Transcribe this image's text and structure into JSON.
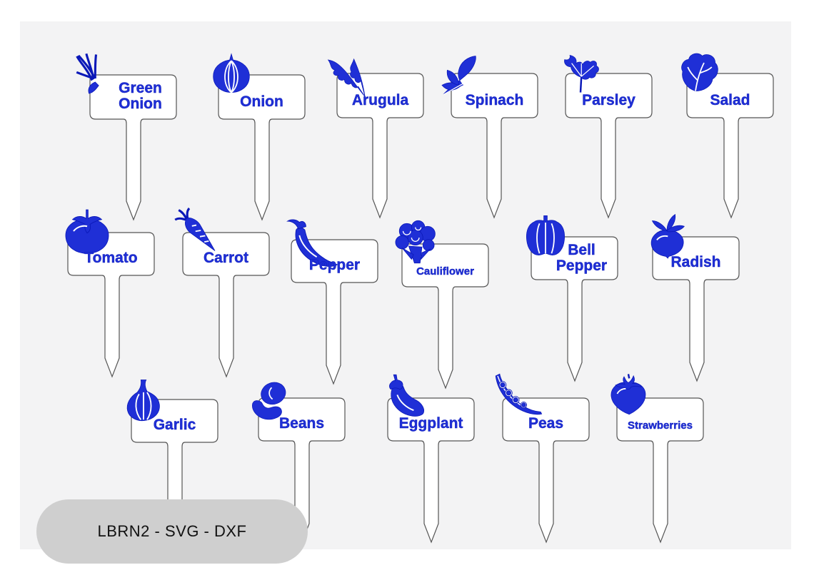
{
  "markers": [
    {
      "id": "green-onion",
      "label": "Green\nOnion",
      "icon": "green-onion-icon"
    },
    {
      "id": "onion",
      "label": "Onion",
      "icon": "onion-icon"
    },
    {
      "id": "arugula",
      "label": "Arugula",
      "icon": "arugula-icon"
    },
    {
      "id": "spinach",
      "label": "Spinach",
      "icon": "spinach-icon"
    },
    {
      "id": "parsley",
      "label": "Parsley",
      "icon": "parsley-icon"
    },
    {
      "id": "salad",
      "label": "Salad",
      "icon": "salad-icon"
    },
    {
      "id": "tomato",
      "label": "Tomato",
      "icon": "tomato-icon"
    },
    {
      "id": "carrot",
      "label": "Carrot",
      "icon": "carrot-icon"
    },
    {
      "id": "pepper",
      "label": "Pepper",
      "icon": "chili-pepper-icon"
    },
    {
      "id": "cauliflower",
      "label": "Cauliflower",
      "icon": "cauliflower-icon"
    },
    {
      "id": "bell-pepper",
      "label": "Bell\nPepper",
      "icon": "bell-pepper-icon"
    },
    {
      "id": "radish",
      "label": "Radish",
      "icon": "radish-icon"
    },
    {
      "id": "garlic",
      "label": "Garlic",
      "icon": "garlic-icon"
    },
    {
      "id": "beans",
      "label": "Beans",
      "icon": "beans-icon"
    },
    {
      "id": "eggplant",
      "label": "Eggplant",
      "icon": "eggplant-icon"
    },
    {
      "id": "peas",
      "label": "Peas",
      "icon": "peas-icon"
    },
    {
      "id": "strawberries",
      "label": "Strawberries",
      "icon": "strawberry-icon"
    }
  ],
  "badge": {
    "text": "LBRN2 - SVG - DXF"
  },
  "colors": {
    "ink": "#1f2fd6",
    "outline": "#555555",
    "panel": "#f3f3f4",
    "badge": "#cfcfcf"
  }
}
